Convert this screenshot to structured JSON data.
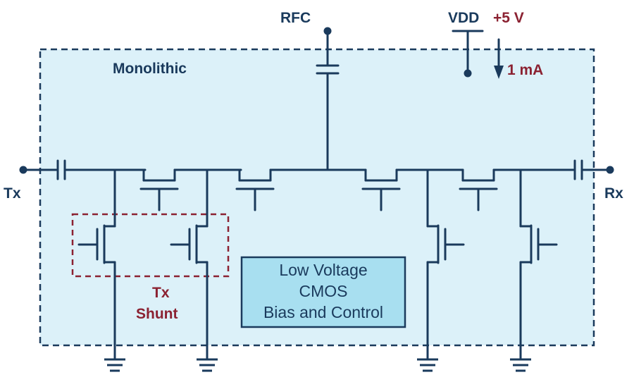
{
  "labels": {
    "monolithic": "Monolithic",
    "rfc": "RFC",
    "vdd": "VDD",
    "vdd_value": "+5 V",
    "current": "1 mA",
    "tx": "Tx",
    "rx": "Rx",
    "tx_shunt_line1": "Tx",
    "tx_shunt_line2": "Shunt"
  },
  "control_block": {
    "line1": "Low Voltage",
    "line2": "CMOS",
    "line3": "Bias and Control"
  },
  "colors": {
    "wire": "#1a3a5c",
    "chip_fill": "#dcf1f9",
    "chip_border": "#1a3a5c",
    "control_fill": "#a8dff0",
    "shunt_border": "#8b2232",
    "label_navy": "#1a3a5c",
    "label_maroon": "#8b2232"
  }
}
